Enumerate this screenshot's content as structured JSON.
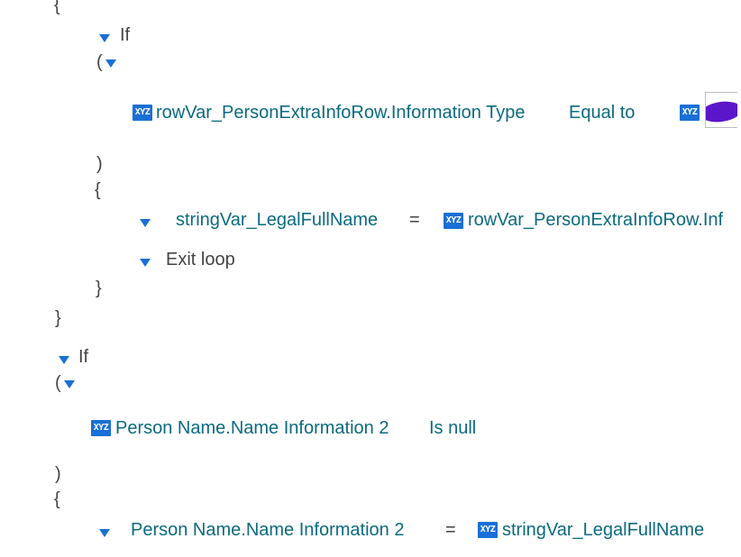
{
  "block1": {
    "open_brace": "{",
    "if_label": "If",
    "paren_open": "(",
    "condition_field": "rowVar_PersonExtraInfoRow.Information Type",
    "condition_operator": "Equal to",
    "condition_icon": "XYZ",
    "paren_close": ")",
    "body_open": "{",
    "assign_target": "stringVar_LegalFullName",
    "assign_equals": "=",
    "assign_icon": "XYZ",
    "assign_value": "rowVar_PersonExtraInfoRow.Inf",
    "exit_label": "Exit loop",
    "body_close": "}",
    "close_brace": "}"
  },
  "block2": {
    "if_label": "If",
    "paren_open": "(",
    "condition_icon": "XYZ",
    "condition_field": "Person Name.Name Information 2",
    "condition_operator": "Is null",
    "paren_close": ")",
    "body_open": "{",
    "assign_target": "Person Name.Name Information 2",
    "assign_equals": "=",
    "assign_icon": "XYZ",
    "assign_value": "stringVar_LegalFullName"
  },
  "colors": {
    "accent_blue": "#1a6fd6",
    "teal_text": "#0b6a80",
    "plain_text": "#444444",
    "redaction_purple": "#5b16c9"
  }
}
